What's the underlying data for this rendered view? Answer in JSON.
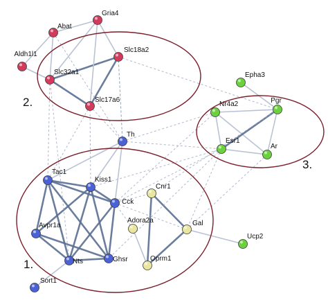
{
  "colors": {
    "cluster_outline": "#7a1f2b",
    "red": "#d23b5c",
    "blue": "#4a62d6",
    "green": "#6bd13c",
    "yellow": "#e8e6a0",
    "edge_strong": "#5b6f93",
    "edge_weak": "#b9c2d4",
    "edge_dashed": "#9aa6c0"
  },
  "clusters": [
    {
      "id": "c1",
      "label": "1."
    },
    {
      "id": "c2",
      "label": "2."
    },
    {
      "id": "c3",
      "label": "3."
    }
  ],
  "nodes": [
    {
      "id": "Gria4",
      "label": "Gria4",
      "group": "red"
    },
    {
      "id": "Abat",
      "label": "Abat",
      "group": "red"
    },
    {
      "id": "Aldh1l1",
      "label": "Aldh1l1",
      "group": "red"
    },
    {
      "id": "Slc18a2",
      "label": "Slc18a2",
      "group": "red"
    },
    {
      "id": "Slc32a1",
      "label": "Slc32a1",
      "group": "red"
    },
    {
      "id": "Slc17a6",
      "label": "Slc17a6",
      "group": "red"
    },
    {
      "id": "Epha3",
      "label": "Epha3",
      "group": "green"
    },
    {
      "id": "Nr4a2",
      "label": "Nr4a2",
      "group": "green"
    },
    {
      "id": "Pgr",
      "label": "Pgr",
      "group": "green"
    },
    {
      "id": "Esr1",
      "label": "Esr1",
      "group": "green"
    },
    {
      "id": "Ar",
      "label": "Ar",
      "group": "green"
    },
    {
      "id": "Ucp2",
      "label": "Ucp2",
      "group": "green"
    },
    {
      "id": "Th",
      "label": "Th",
      "group": "blue"
    },
    {
      "id": "Tac1",
      "label": "Tac1",
      "group": "blue"
    },
    {
      "id": "Kiss1",
      "label": "Kiss1",
      "group": "blue"
    },
    {
      "id": "Cck",
      "label": "Cck",
      "group": "blue"
    },
    {
      "id": "Avpr1a",
      "label": "Avpr1a",
      "group": "blue"
    },
    {
      "id": "Nts",
      "label": "Nts",
      "group": "blue"
    },
    {
      "id": "Ghsr",
      "label": "Ghsr",
      "group": "blue"
    },
    {
      "id": "Sort1",
      "label": "Sort1",
      "group": "blue"
    },
    {
      "id": "Cnr1",
      "label": "Cnr1",
      "group": "yellow"
    },
    {
      "id": "Adora2a",
      "label": "Adora2a",
      "group": "yellow"
    },
    {
      "id": "Gal",
      "label": "Gal",
      "group": "yellow"
    },
    {
      "id": "Oprm1",
      "label": "Oprm1",
      "group": "yellow"
    }
  ],
  "edges": [
    {
      "a": "Slc32a1",
      "b": "Slc18a2",
      "style": "strong"
    },
    {
      "a": "Slc32a1",
      "b": "Slc17a6",
      "style": "strong"
    },
    {
      "a": "Slc18a2",
      "b": "Slc17a6",
      "style": "strong"
    },
    {
      "a": "Abat",
      "b": "Aldh1l1",
      "style": "weak"
    },
    {
      "a": "Abat",
      "b": "Slc32a1",
      "style": "weak"
    },
    {
      "a": "Abat",
      "b": "Gria4",
      "style": "weak"
    },
    {
      "a": "Gria4",
      "b": "Slc32a1",
      "style": "weak"
    },
    {
      "a": "Gria4",
      "b": "Slc17a6",
      "style": "weak"
    },
    {
      "a": "Aldh1l1",
      "b": "Slc32a1",
      "style": "weak"
    },
    {
      "a": "Nr4a2",
      "b": "Pgr",
      "style": "weak"
    },
    {
      "a": "Nr4a2",
      "b": "Esr1",
      "style": "weak"
    },
    {
      "a": "Nr4a2",
      "b": "Ar",
      "style": "weak"
    },
    {
      "a": "Pgr",
      "b": "Esr1",
      "style": "strong"
    },
    {
      "a": "Pgr",
      "b": "Ar",
      "style": "weak"
    },
    {
      "a": "Esr1",
      "b": "Ar",
      "style": "weak"
    },
    {
      "a": "Tac1",
      "b": "Kiss1",
      "style": "strong"
    },
    {
      "a": "Tac1",
      "b": "Cck",
      "style": "strong"
    },
    {
      "a": "Tac1",
      "b": "Avpr1a",
      "style": "strong"
    },
    {
      "a": "Tac1",
      "b": "Nts",
      "style": "strong"
    },
    {
      "a": "Tac1",
      "b": "Ghsr",
      "style": "strong"
    },
    {
      "a": "Kiss1",
      "b": "Cck",
      "style": "strong"
    },
    {
      "a": "Kiss1",
      "b": "Avpr1a",
      "style": "strong"
    },
    {
      "a": "Kiss1",
      "b": "Nts",
      "style": "strong"
    },
    {
      "a": "Kiss1",
      "b": "Ghsr",
      "style": "strong"
    },
    {
      "a": "Cck",
      "b": "Ghsr",
      "style": "strong"
    },
    {
      "a": "Cck",
      "b": "Nts",
      "style": "strong"
    },
    {
      "a": "Avpr1a",
      "b": "Nts",
      "style": "strong"
    },
    {
      "a": "Avpr1a",
      "b": "Ghsr",
      "style": "strong"
    },
    {
      "a": "Nts",
      "b": "Ghsr",
      "style": "strong"
    },
    {
      "a": "Th",
      "b": "Kiss1",
      "style": "weak"
    },
    {
      "a": "Th",
      "b": "Cck",
      "style": "weak"
    },
    {
      "a": "Th",
      "b": "Tac1",
      "style": "weak"
    },
    {
      "a": "Nts",
      "b": "Sort1",
      "style": "weak"
    },
    {
      "a": "Cnr1",
      "b": "Gal",
      "style": "strong"
    },
    {
      "a": "Cnr1",
      "b": "Oprm1",
      "style": "strong"
    },
    {
      "a": "Gal",
      "b": "Oprm1",
      "style": "strong"
    },
    {
      "a": "Cck",
      "b": "Cnr1",
      "style": "dashed"
    },
    {
      "a": "Cck",
      "b": "Gal",
      "style": "dashed"
    },
    {
      "a": "Gal",
      "b": "Ucp2",
      "style": "weak"
    },
    {
      "a": "Th",
      "b": "Slc18a2",
      "style": "dashed"
    },
    {
      "a": "Th",
      "b": "Slc17a6",
      "style": "dashed"
    },
    {
      "a": "Th",
      "b": "Esr1",
      "style": "dashed"
    },
    {
      "a": "Th",
      "b": "Nr4a2",
      "style": "dashed"
    },
    {
      "a": "Slc18a2",
      "b": "Pgr",
      "style": "dashed"
    },
    {
      "a": "Slc17a6",
      "b": "Kiss1",
      "style": "dashed"
    },
    {
      "a": "Slc32a1",
      "b": "Tac1",
      "style": "dashed"
    },
    {
      "a": "Slc32a1",
      "b": "Nts",
      "style": "dashed"
    },
    {
      "a": "Slc17a6",
      "b": "Tac1",
      "style": "dashed"
    },
    {
      "a": "Slc18a2",
      "b": "Th",
      "style": "dashed"
    },
    {
      "a": "Esr1",
      "b": "Kiss1",
      "style": "dashed"
    },
    {
      "a": "Esr1",
      "b": "Cck",
      "style": "dashed"
    },
    {
      "a": "Esr1",
      "b": "Gal",
      "style": "dashed"
    },
    {
      "a": "Pgr",
      "b": "Cnr1",
      "style": "dashed"
    },
    {
      "a": "Ar",
      "b": "Gal",
      "style": "dashed"
    },
    {
      "a": "Nr4a2",
      "b": "Cck",
      "style": "dashed"
    },
    {
      "a": "Esr1",
      "b": "Ghsr",
      "style": "dashed"
    },
    {
      "a": "Epha3",
      "b": "Pgr",
      "style": "weak"
    },
    {
      "a": "Cck",
      "b": "Adora2a",
      "style": "dashed"
    },
    {
      "a": "Adora2a",
      "b": "Oprm1",
      "style": "weak"
    },
    {
      "a": "Gria4",
      "b": "Slc18a2",
      "style": "weak"
    },
    {
      "a": "Abat",
      "b": "Th",
      "style": "dashed"
    }
  ]
}
